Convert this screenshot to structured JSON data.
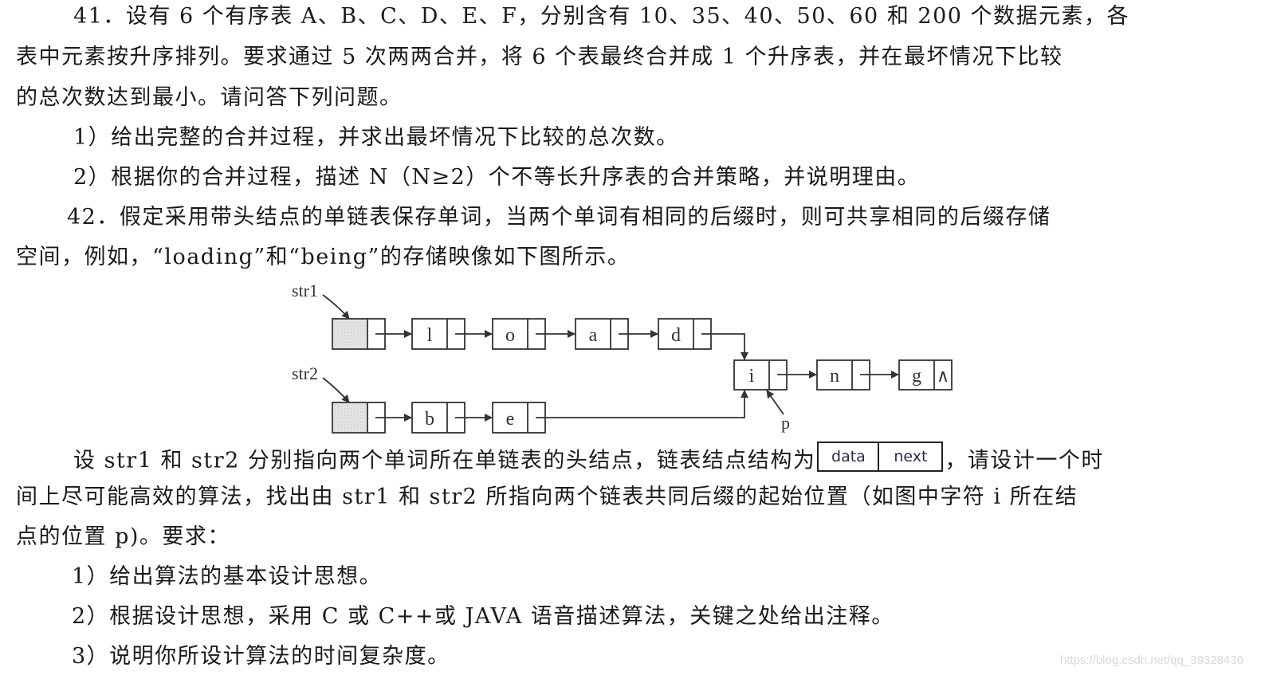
{
  "q41": {
    "line1": "41．设有 6 个有序表 A、B、C、D、E、F，分别含有 10、35、40、50、60 和 200 个数据元素，各",
    "line2": "表中元素按升序排列。要求通过 5 次两两合并，将 6 个表最终合并成 1 个升序表，并在最坏情况下比较",
    "line3": "的总次数达到最小。请问答下列问题。",
    "sub1": "1）给出完整的合并过程，并求出最坏情况下比较的总次数。",
    "sub2": "2）根据你的合并过程，描述 N（N≥2）个不等长升序表的合并策略，并说明理由。"
  },
  "q42": {
    "line1": "42．假定采用带头结点的单链表保存单词，当两个单词有相同的后缀时，则可共享相同的后缀存储",
    "line2": "空间，例如，“loading”和“being”的存储映像如下图所示。",
    "para_start": "设 str1 和 str2 分别指向两个单词所在单链表的头结点，链表结点结构为",
    "para_end": "，请设计一个时",
    "node_struct": {
      "data_label": "data",
      "next_label": "next"
    },
    "line4": "间上尽可能高效的算法，找出由 str1 和 str2 所指向两个链表共同后缀的起始位置（如图中字符 i 所在结",
    "line5": "点的位置 p)。要求：",
    "req1": "1）给出算法的基本设计思想。",
    "req2": "2）根据设计思想，采用 C 或 C++或 JAVA 语音描述算法，关键之处给出注释。",
    "req3": "3）说明你所设计算法的时间复杂度。"
  },
  "diagram": {
    "str1_label": "str1",
    "str2_label": "str2",
    "p_label": "p",
    "str1_nodes": [
      "l",
      "o",
      "a",
      "d"
    ],
    "str2_nodes": [
      "b",
      "e"
    ],
    "shared_nodes": [
      "i",
      "n",
      "g"
    ],
    "null_symbol": "∧"
  },
  "watermark": "https://blog.csdn.net/qq_39328436"
}
